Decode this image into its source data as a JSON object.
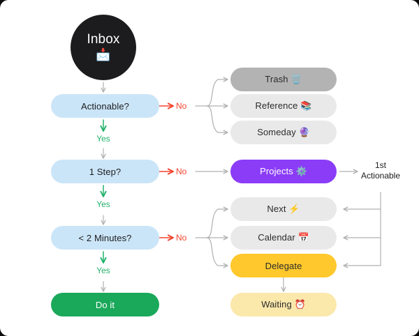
{
  "diagram": {
    "title": "GTD Inbox Processing Flowchart",
    "colors": {
      "canvas": "#ffffff",
      "inbox": "#1c1c1e",
      "decision": "#cbe5f8",
      "doit": "#1aa85a",
      "trash": "#b3b3b3",
      "gray": "#e9e9ea",
      "projects": "#8b3cf7",
      "delegate": "#ffc82c",
      "waiting": "#fbe8ab",
      "no": "#f4442e",
      "yes": "#23b26d",
      "connector": "#b0b0b0"
    },
    "nodes": {
      "inbox": {
        "label": "Inbox",
        "emoji": "📩"
      },
      "actionable": {
        "label": "Actionable?"
      },
      "one_step": {
        "label": "1 Step?"
      },
      "two_minutes": {
        "label": "< 2 Minutes?"
      },
      "do_it": {
        "label": "Do it"
      },
      "trash": {
        "label": "Trash 🗑️"
      },
      "reference": {
        "label": "Reference 📚"
      },
      "someday": {
        "label": "Someday 🔮"
      },
      "projects": {
        "label": "Projects ⚙️"
      },
      "next": {
        "label": "Next ⚡"
      },
      "calendar": {
        "label": "Calendar 📅"
      },
      "delegate": {
        "label": "Delegate"
      },
      "waiting": {
        "label": "Waiting ⏰"
      }
    },
    "edge_labels": {
      "no_actionable": "No",
      "no_one_step": "No",
      "no_two_minutes": "No",
      "yes_actionable": "Yes",
      "yes_one_step": "Yes",
      "yes_two_minutes": "Yes",
      "first_actionable_line1": "1st",
      "first_actionable_line2": "Actionable"
    }
  }
}
